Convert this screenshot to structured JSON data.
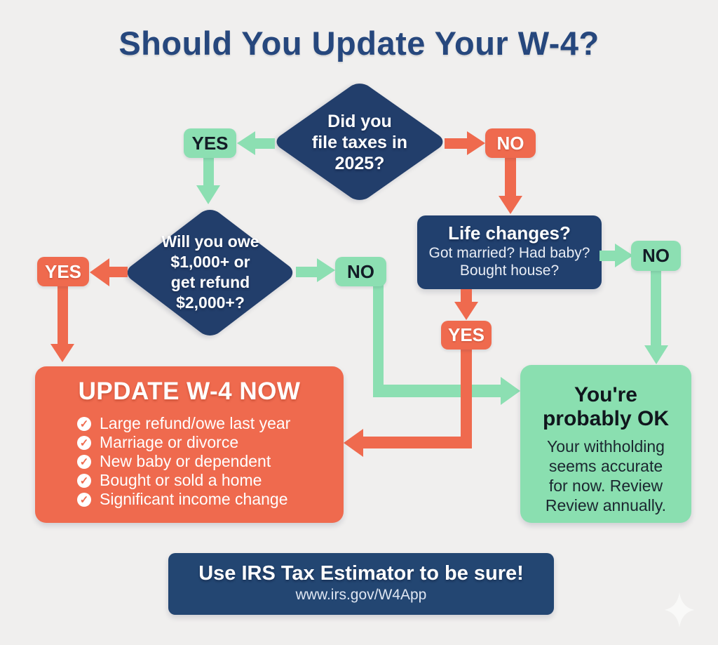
{
  "title": "Should You Update Your W-4?",
  "colors": {
    "navy": "#21406e",
    "orange": "#ef6a4e",
    "green": "#8cdfb2",
    "background": "#f0efee"
  },
  "labels": {
    "yes": "YES",
    "no": "NO"
  },
  "decisions": {
    "file_taxes": {
      "line1": "Did you",
      "line2": "file taxes in",
      "line3": "2025?"
    },
    "owe_refund": {
      "line1": "Will you owe",
      "line2": "$1,000+ or",
      "line3": "get refund",
      "line4": "$2,000+?"
    },
    "life_changes": {
      "title": "Life changes?",
      "line1": "Got married? Had baby?",
      "line2": "Bought house?"
    }
  },
  "outcomes": {
    "update_now": {
      "title": "UPDATE W-4 NOW",
      "check_icon": "✓",
      "items": [
        "Large refund/owe last year",
        "Marriage or divorce",
        "New baby or dependent",
        "Bought or sold a home",
        "Significant income change"
      ]
    },
    "probably_ok": {
      "title_line1": "You're",
      "title_line2": "probably OK",
      "body_line1": "Your withholding",
      "body_line2": "seems accurate",
      "body_line3": "for now. Review",
      "body_line4": "Review annually."
    }
  },
  "footer": {
    "title": "Use IRS Tax Estimator to be sure!",
    "url": "www.irs.gov/W4App"
  }
}
